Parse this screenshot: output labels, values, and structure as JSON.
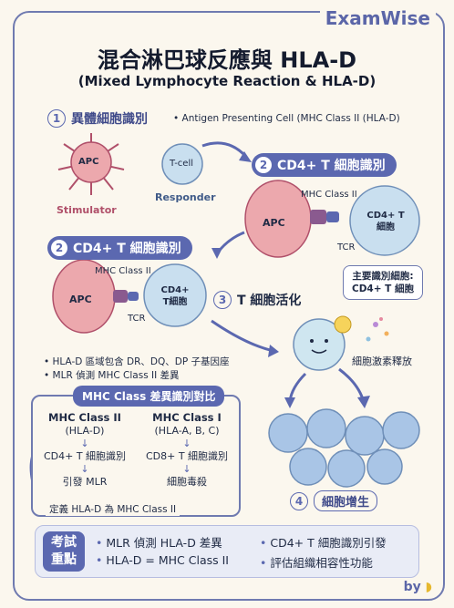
{
  "brand": "ExamWise",
  "title": "混合淋巴球反應與 HLA-D",
  "subtitle": "(Mixed Lymphocyte Reaction & HLA-D)",
  "step1": {
    "num": "1",
    "label": "異體細胞識別",
    "desc": "• Antigen Presenting Cell (MHC Class II (HLA-D)"
  },
  "apc_label": "APC",
  "tcell_label": "T-cell",
  "stimulator": "Stimulator",
  "responder": "Responder",
  "step2": {
    "num": "2",
    "label": "CD4+ T 細胞識別"
  },
  "mhc_class_ii": "MHC Class II",
  "tcr": "TCR",
  "cd4_line1": "CD4+ T",
  "cd4_line2": "細胞",
  "cd4b_line1": "CD4+",
  "cd4b_line2": "T細胞",
  "key_box": {
    "line1": "主要識別細胞:",
    "line2": "CD4+ T 細胞"
  },
  "step3": {
    "num": "3",
    "label": "T 細胞活化"
  },
  "cytokine": "細胞激素釋放",
  "bullets": [
    "• HLA-D 區域包含 DR、DQ、DP 子基因座",
    "• MLR 偵測 MHC Class II 差異"
  ],
  "compare": {
    "heading": "MHC Class 差異識別對比",
    "left": {
      "title": "MHC Class II",
      "sub": "(HLA-D)",
      "step1": "CD4+ T 細胞識別",
      "step2": "引發 MLR"
    },
    "right": {
      "title": "MHC Class I",
      "sub": "(HLA-A, B, C)",
      "step1": "CD8+ T 細胞識別",
      "step2": "細胞毒殺"
    },
    "footnote": "定義 HLA-D 為 MHC Class II",
    "arrow": "↓"
  },
  "step4": {
    "num": "4",
    "label": "細胞增生"
  },
  "exam": {
    "tag_line1": "考試",
    "tag_line2": "重點",
    "items": [
      "MLR 偵測 HLA-D 差異",
      "CD4+ T 細胞識別引發",
      "HLA-D = MHC Class II",
      "評估組織相容性功能"
    ]
  },
  "byline": "by",
  "colors": {
    "accent": "#5b68b0",
    "apc": "#e9a0a0",
    "tcell": "#b9d6ea"
  }
}
